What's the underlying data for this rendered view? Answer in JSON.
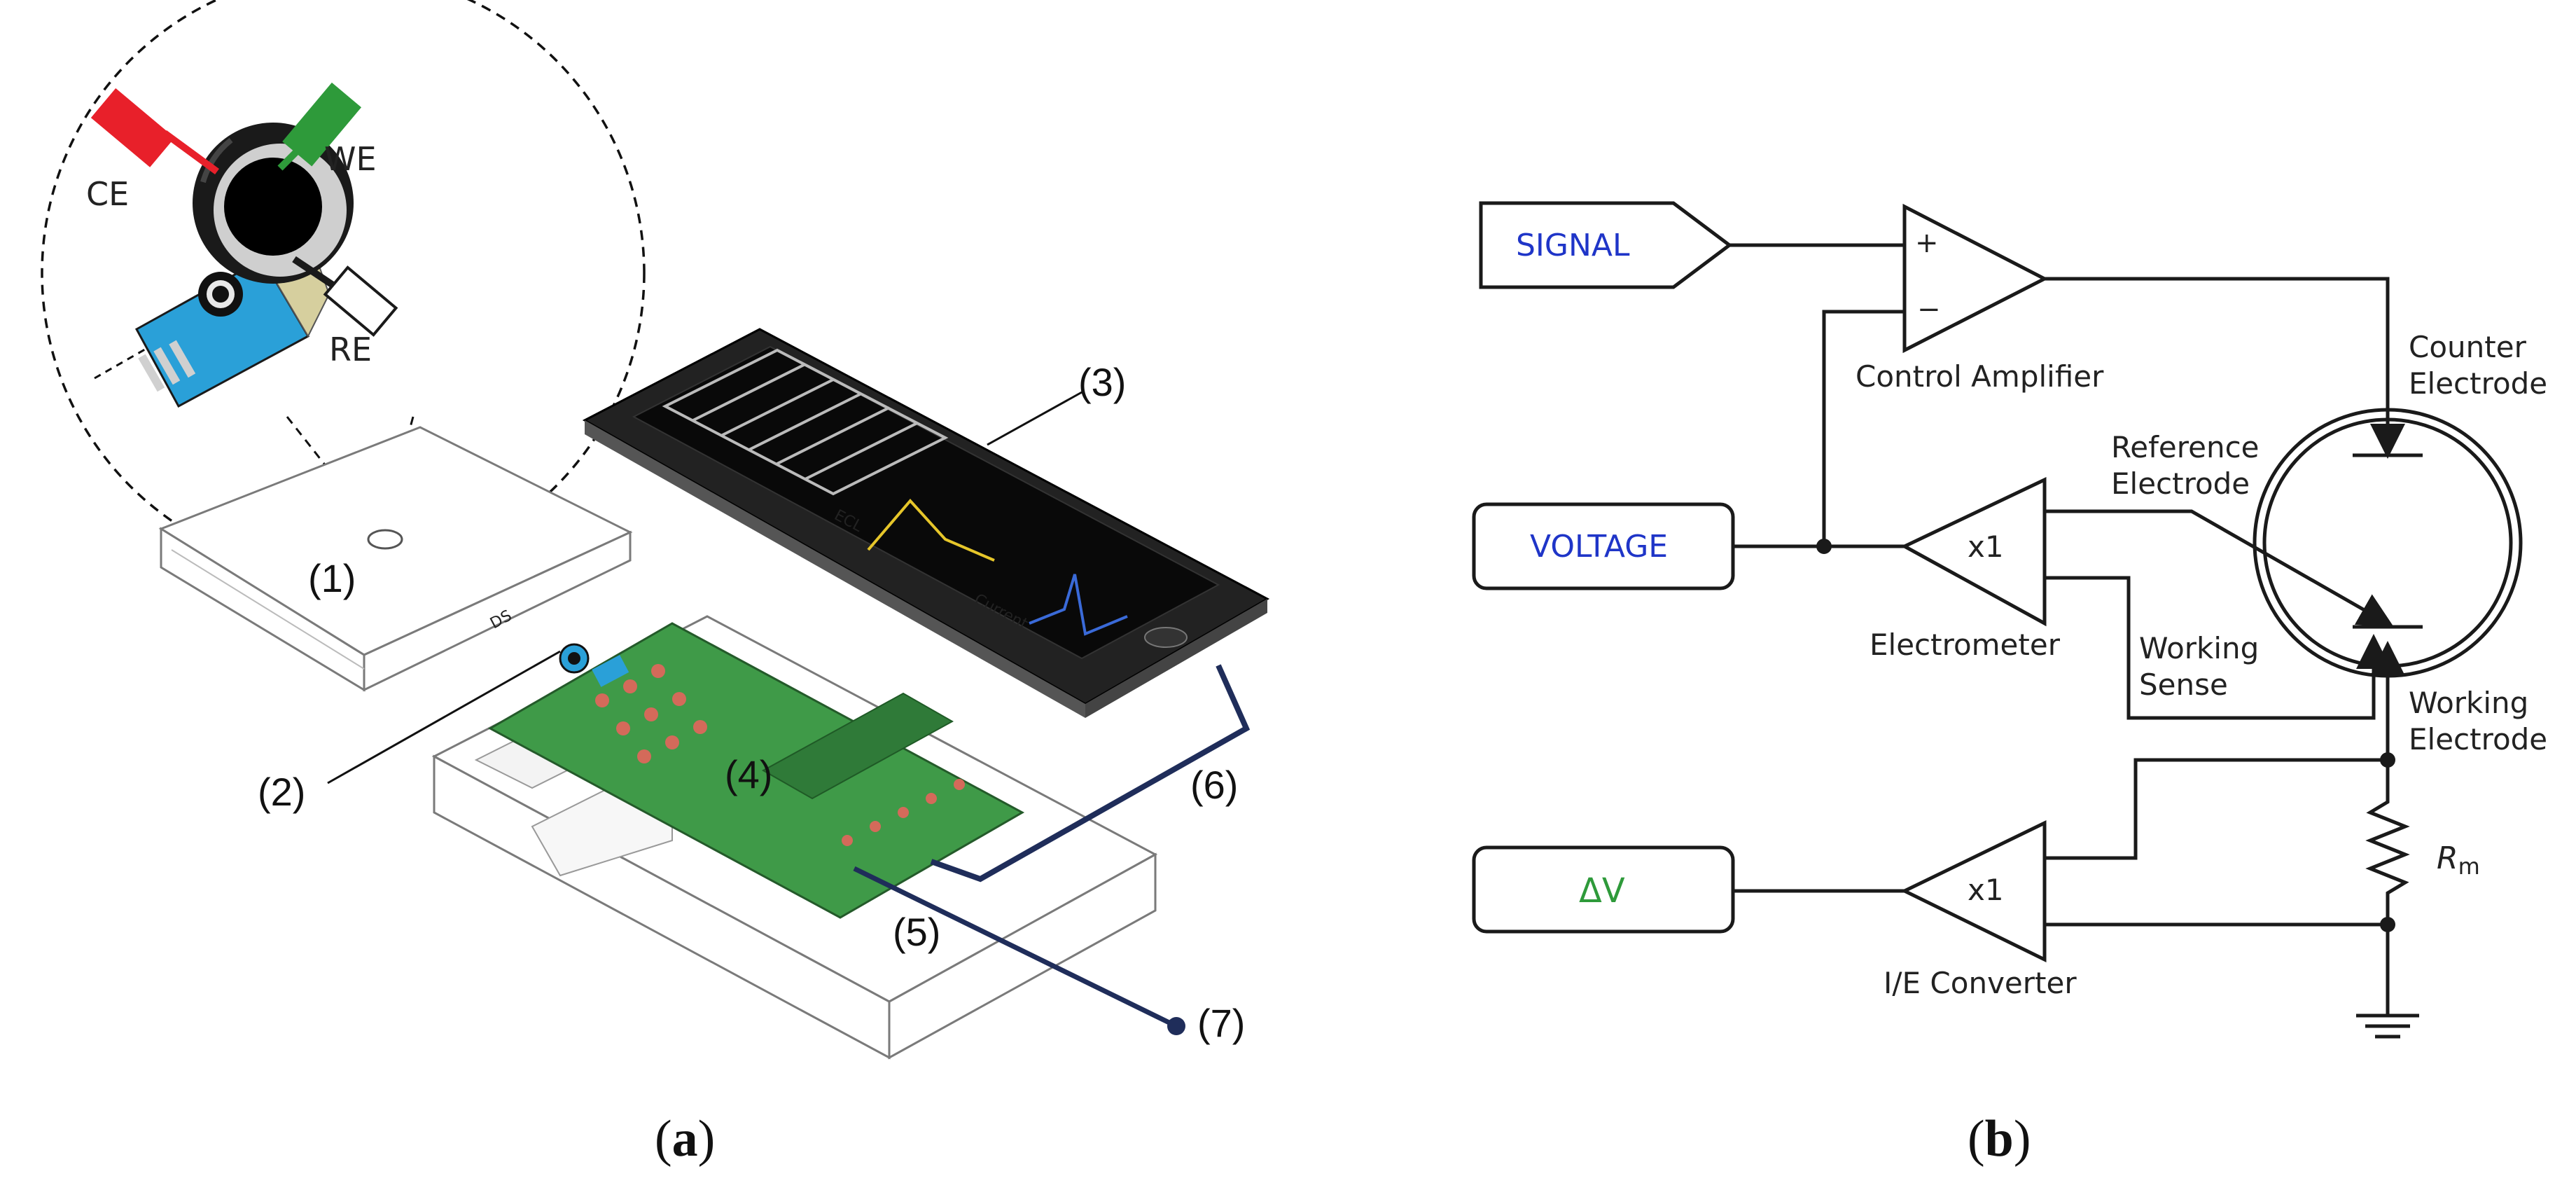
{
  "panel_a": {
    "electrodes": {
      "ce": "CE",
      "we": "WE",
      "re": "RE"
    },
    "callouts": [
      "(1)",
      "(2)",
      "(3)",
      "(4)",
      "(5)",
      "(6)",
      "(7)"
    ],
    "caption": {
      "open": "(",
      "letter": "a",
      "close": ")"
    },
    "phone_screen": {
      "ecl": "ECL",
      "current": "Current"
    },
    "strip_label": "DS",
    "colors": {
      "ce": "#e8202a",
      "we": "#2e9a3a",
      "strip": "#2aa0d8",
      "pcb": "#3f9a48",
      "cable": "#1f2d5a"
    }
  },
  "panel_b": {
    "inputs": {
      "signal": "SIGNAL",
      "voltage": "VOLTAGE",
      "delta_v": "ΔV"
    },
    "amplifiers": {
      "control": "Control Amplifier",
      "electrometer": "Electrometer",
      "electrometer_gain": "x1",
      "ie": "I/E Converter",
      "ie_gain": "x1",
      "plus": "+",
      "minus": "−"
    },
    "electrodes": {
      "counter_1": "Counter",
      "counter_2": "Electrode",
      "reference_1": "Reference",
      "reference_2": "Electrode",
      "working_sense_1": "Working",
      "working_sense_2": "Sense",
      "working_1": "Working",
      "working_2": "Electrode"
    },
    "resistor": {
      "symbol": "R",
      "subscript": "m"
    },
    "caption": {
      "open": "(",
      "letter": "b",
      "close": ")"
    },
    "colors": {
      "signal": "#1f35c8",
      "voltage": "#1f35c8",
      "delta_v": "#2e9a3a"
    }
  }
}
